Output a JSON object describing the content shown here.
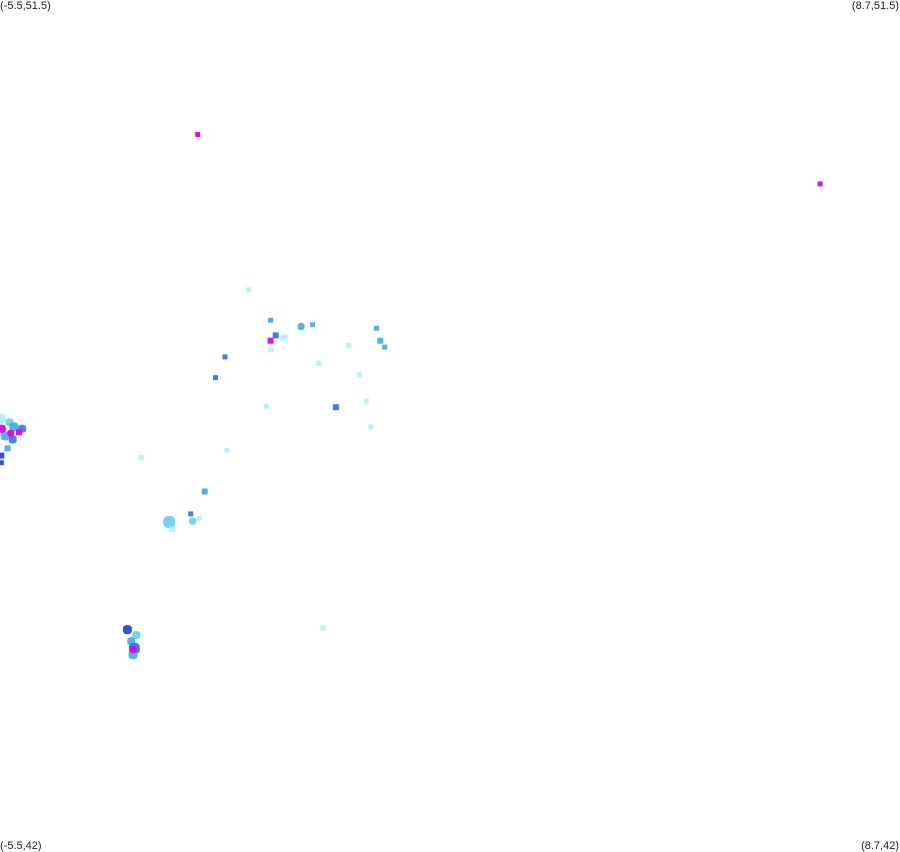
{
  "corners": {
    "top_left": "(-5.5,51.5)",
    "top_right": "(8.7,51.5)",
    "bottom_left": "(-5.5,42)",
    "bottom_right": "(8.7,42)"
  },
  "bounds": {
    "lon_min": -5.5,
    "lon_max": 8.7,
    "lat_min": 42,
    "lat_max": 51.5
  },
  "colors": {
    "lightcyan": "#9ef0f6",
    "cyan": "#58cdf0",
    "sky": "#33a8e6",
    "blue": "#2a6fe2",
    "navy": "#1a3fd6",
    "magenta": "#e200e8"
  },
  "points": [
    {
      "lon": -2.38,
      "lat": 50.0,
      "size": 5,
      "color": "magenta",
      "alpha": 0.95
    },
    {
      "lon": 7.44,
      "lat": 49.45,
      "size": 5,
      "color": "magenta",
      "alpha": 0.95
    },
    {
      "lon": -1.58,
      "lat": 48.27,
      "size": 5,
      "color": "lightcyan",
      "alpha": 0.8
    },
    {
      "lon": -1.23,
      "lat": 47.93,
      "size": 5,
      "color": "sky",
      "alpha": 0.9
    },
    {
      "lon": -1.15,
      "lat": 47.76,
      "size": 6,
      "color": "blue",
      "alpha": 0.9
    },
    {
      "lon": -1.23,
      "lat": 47.7,
      "size": 6,
      "color": "magenta",
      "alpha": 0.95
    },
    {
      "lon": -1.05,
      "lat": 47.73,
      "size": 5,
      "color": "lightcyan",
      "alpha": 0.8
    },
    {
      "lon": -1.0,
      "lat": 47.74,
      "size": 5,
      "color": "lightcyan",
      "alpha": 0.8
    },
    {
      "lon": -0.75,
      "lat": 47.86,
      "size": 7,
      "color": "sky",
      "alpha": 0.85
    },
    {
      "lon": -0.57,
      "lat": 47.88,
      "size": 5,
      "color": "sky",
      "alpha": 0.85
    },
    {
      "lon": -1.23,
      "lat": 47.6,
      "size": 5,
      "color": "lightcyan",
      "alpha": 0.8
    },
    {
      "lon": -0.47,
      "lat": 47.45,
      "size": 5,
      "color": "lightcyan",
      "alpha": 0.8
    },
    {
      "lon": 0.0,
      "lat": 47.65,
      "size": 5,
      "color": "lightcyan",
      "alpha": 0.8
    },
    {
      "lon": 0.44,
      "lat": 47.84,
      "size": 5,
      "color": "sky",
      "alpha": 0.9
    },
    {
      "lon": 0.5,
      "lat": 47.7,
      "size": 6,
      "color": "sky",
      "alpha": 0.85
    },
    {
      "lon": 0.57,
      "lat": 47.63,
      "size": 5,
      "color": "sky",
      "alpha": 0.85
    },
    {
      "lon": 0.17,
      "lat": 47.32,
      "size": 5,
      "color": "lightcyan",
      "alpha": 0.8
    },
    {
      "lon": 0.28,
      "lat": 47.03,
      "size": 5,
      "color": "lightcyan",
      "alpha": 0.8
    },
    {
      "lon": -0.2,
      "lat": 46.96,
      "size": 6,
      "color": "blue",
      "alpha": 0.9
    },
    {
      "lon": 0.35,
      "lat": 46.74,
      "size": 5,
      "color": "lightcyan",
      "alpha": 0.8
    },
    {
      "lon": -1.95,
      "lat": 47.52,
      "size": 5,
      "color": "blue",
      "alpha": 0.9
    },
    {
      "lon": -2.1,
      "lat": 47.29,
      "size": 5,
      "color": "blue",
      "alpha": 0.9
    },
    {
      "lon": -1.3,
      "lat": 46.97,
      "size": 5,
      "color": "lightcyan",
      "alpha": 0.8
    },
    {
      "lon": -5.49,
      "lat": 46.83,
      "size": 10,
      "color": "lightcyan",
      "alpha": 0.85
    },
    {
      "lon": -5.35,
      "lat": 46.79,
      "size": 8,
      "color": "cyan",
      "alpha": 0.85
    },
    {
      "lon": -5.28,
      "lat": 46.74,
      "size": 9,
      "color": "sky",
      "alpha": 0.85
    },
    {
      "lon": -5.15,
      "lat": 46.72,
      "size": 8,
      "color": "blue",
      "alpha": 0.85
    },
    {
      "lon": -5.42,
      "lat": 46.64,
      "size": 9,
      "color": "sky",
      "alpha": 0.85
    },
    {
      "lon": -5.3,
      "lat": 46.6,
      "size": 8,
      "color": "blue",
      "alpha": 0.85
    },
    {
      "lon": -5.47,
      "lat": 46.72,
      "size": 8,
      "color": "magenta",
      "alpha": 0.95
    },
    {
      "lon": -5.33,
      "lat": 46.67,
      "size": 7,
      "color": "magenta",
      "alpha": 0.95
    },
    {
      "lon": -5.2,
      "lat": 46.68,
      "size": 6,
      "color": "magenta",
      "alpha": 0.95
    },
    {
      "lon": -5.38,
      "lat": 46.5,
      "size": 6,
      "color": "sky",
      "alpha": 0.85
    },
    {
      "lon": -5.48,
      "lat": 46.42,
      "size": 6,
      "color": "navy",
      "alpha": 0.9
    },
    {
      "lon": -5.48,
      "lat": 46.34,
      "size": 5,
      "color": "navy",
      "alpha": 0.9
    },
    {
      "lon": -3.27,
      "lat": 46.4,
      "size": 5,
      "color": "lightcyan",
      "alpha": 0.8
    },
    {
      "lon": -2.27,
      "lat": 46.02,
      "size": 6,
      "color": "sky",
      "alpha": 0.9
    },
    {
      "lon": -1.92,
      "lat": 46.48,
      "size": 5,
      "color": "lightcyan",
      "alpha": 0.8
    },
    {
      "lon": -2.83,
      "lat": 45.68,
      "size": 12,
      "color": "cyan",
      "alpha": 0.85
    },
    {
      "lon": -2.78,
      "lat": 45.6,
      "size": 6,
      "color": "lightcyan",
      "alpha": 0.8
    },
    {
      "lon": -2.46,
      "lat": 45.69,
      "size": 7,
      "color": "cyan",
      "alpha": 0.85
    },
    {
      "lon": -2.36,
      "lat": 45.72,
      "size": 5,
      "color": "lightcyan",
      "alpha": 0.8
    },
    {
      "lon": -2.49,
      "lat": 45.77,
      "size": 5,
      "color": "blue",
      "alpha": 0.9
    },
    {
      "lon": -3.49,
      "lat": 44.48,
      "size": 9,
      "color": "navy",
      "alpha": 0.9
    },
    {
      "lon": -3.35,
      "lat": 44.42,
      "size": 8,
      "color": "cyan",
      "alpha": 0.85
    },
    {
      "lon": -3.43,
      "lat": 44.35,
      "size": 8,
      "color": "sky",
      "alpha": 0.85
    },
    {
      "lon": -3.38,
      "lat": 44.27,
      "size": 11,
      "color": "blue",
      "alpha": 0.9
    },
    {
      "lon": -3.4,
      "lat": 44.2,
      "size": 9,
      "color": "sky",
      "alpha": 0.85
    },
    {
      "lon": -3.4,
      "lat": 44.26,
      "size": 7,
      "color": "magenta",
      "alpha": 0.95
    },
    {
      "lon": -0.4,
      "lat": 44.5,
      "size": 5,
      "color": "lightcyan",
      "alpha": 0.8
    }
  ]
}
